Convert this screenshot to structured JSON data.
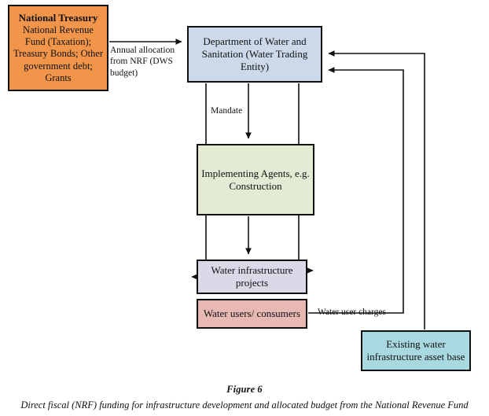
{
  "diagram": {
    "nodes": {
      "treasury": {
        "heading": "National Treasury",
        "body": "National Revenue Fund (Taxation); Treasury Bonds; Other government debt; Grants",
        "color": "#F0954A"
      },
      "dws": {
        "label": "Department of Water and Sanitation (Water Trading Entity)",
        "color": "#CBD9EA"
      },
      "agents": {
        "label": "Implementing Agents, e.g. Construction",
        "color": "#E3EBD4"
      },
      "projects": {
        "label": "Water infrastructure projects",
        "color": "#DCD8E8"
      },
      "users": {
        "label": "Water users/ consumers",
        "color": "#E8B8B4"
      },
      "asset": {
        "label": "Existing water infrastructure asset base",
        "color": "#A8D8E0"
      }
    },
    "edge_labels": {
      "allocation": "Annual allocation from NRF (DWS budget)",
      "mandate": "Mandate",
      "charges": "Water user charges"
    },
    "line_color": "#111111"
  },
  "caption": {
    "figure": "Figure 6",
    "description": "Direct fiscal (NRF) funding for infrastructure development and allocated budget from the National Revenue Fund"
  }
}
